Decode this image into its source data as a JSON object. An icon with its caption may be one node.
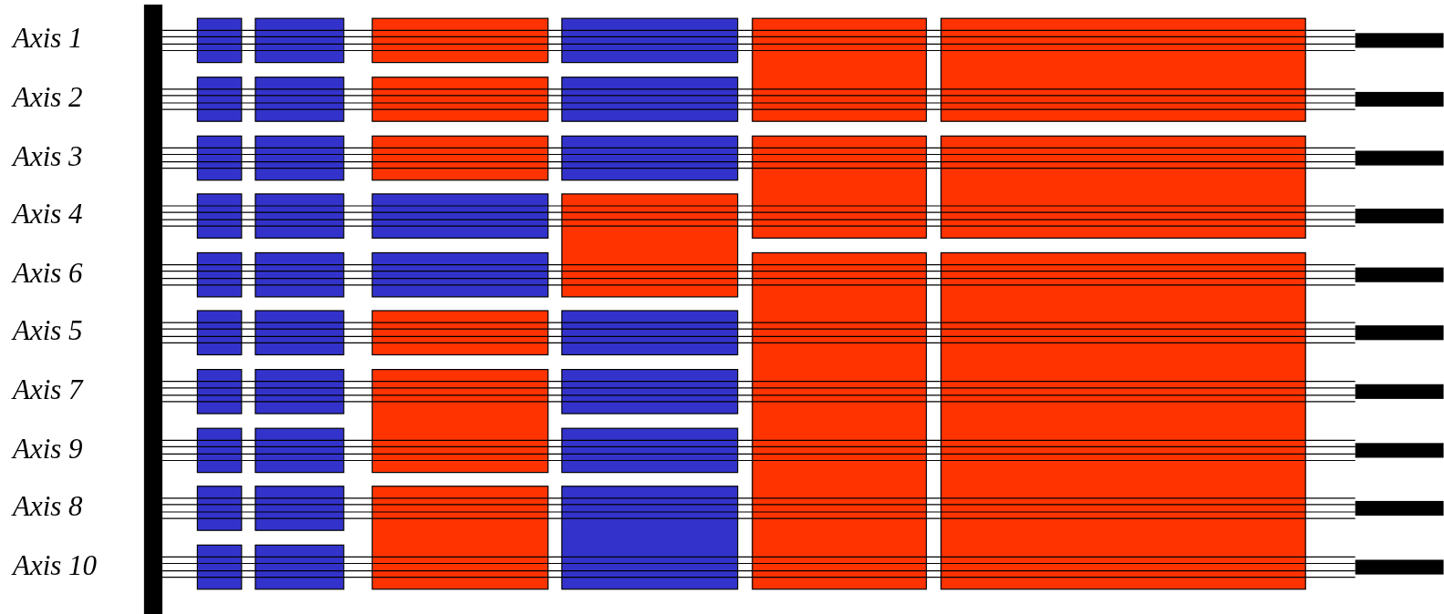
{
  "diagram": {
    "labels": [
      "Axis 1",
      "Axis 2",
      "Axis 3",
      "Axis 4",
      "Axis 6",
      "Axis 5",
      "Axis 7",
      "Axis 9",
      "Axis 8",
      "Axis 10"
    ]
  }
}
